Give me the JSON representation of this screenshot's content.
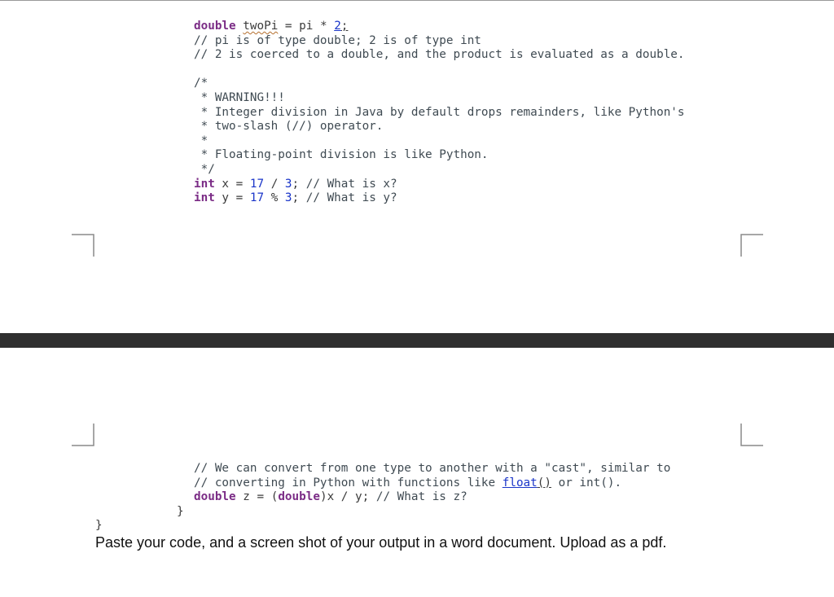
{
  "page1": {
    "line1": {
      "type_kw": "double",
      "var_name": "twoPi",
      "op": " = pi * ",
      "num": "2",
      "semi": ";"
    },
    "comment1": "// pi is of type double; 2 is of type int",
    "comment2": "// 2 is coerced to a double, and the product is evaluated as a double.",
    "block_open": "/*",
    "block_warning": " * WARNING!!!",
    "block_int_div": " * Integer division in Java by default drops remainders, like Python's",
    "block_two_slash": " * two-slash (//) operator.",
    "block_star": " *",
    "block_float": " * Floating-point division is like Python.",
    "block_close": " */",
    "line_x": {
      "kw": "int",
      "pre": " x = ",
      "n1": "17",
      "op": " / ",
      "n2": "3",
      "post": "; ",
      "comment": "// What is x?"
    },
    "line_y": {
      "kw": "int",
      "pre": " y = ",
      "n1": "17",
      "op": " % ",
      "n2": "3",
      "post": "; ",
      "comment": "// What is y?"
    }
  },
  "page2": {
    "comment_cast": "// We can convert from one type to another with a \"cast\", similar to",
    "comment_conv_a": "// converting in Python with functions like ",
    "link_float": "float",
    "link_paren": "()",
    "comment_conv_b": " or int().",
    "line_z": {
      "kw1": "double",
      "pre": " z = (",
      "kw2": "double",
      "post": ")x / y; ",
      "comment": "// What is z?"
    },
    "brace_inner": "}",
    "brace_outer": "}",
    "instruction": "Paste your code, and a screen shot of your output in a word document. Upload as a pdf."
  },
  "colors": {
    "keyword": "#7b2c86",
    "number": "#1a35c9",
    "page_break": "#2f2f2f"
  }
}
